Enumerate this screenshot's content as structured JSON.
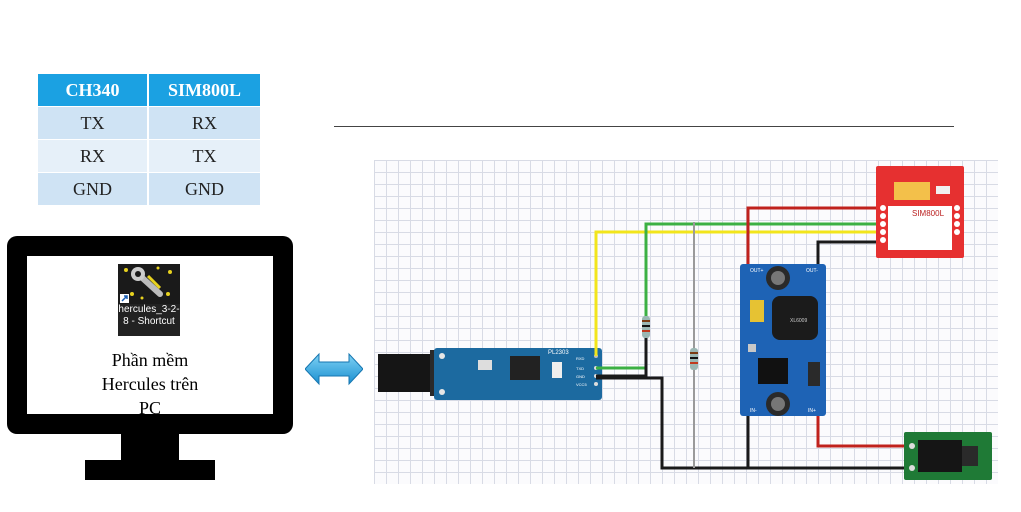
{
  "pin_table": {
    "headers": [
      "CH340",
      "SIM800L"
    ],
    "rows": [
      [
        "TX",
        "RX"
      ],
      [
        "RX",
        "TX"
      ],
      [
        "GND",
        "GND"
      ]
    ]
  },
  "pc": {
    "icon_label": "hercules_3-2-8 - Shortcut",
    "caption_lines": [
      "Phần mềm",
      "Hercules trên",
      "PC"
    ]
  },
  "modules": {
    "usb_chip": "PL2303",
    "usb_pins": [
      "RXD",
      "TXD",
      "GND",
      "VCC5"
    ],
    "buck_out_label": "OUT+",
    "buck_in_label": "IN+",
    "buck_out_minus": "OUT-",
    "buck_in_minus": "IN-",
    "buck_chip_text": "XL6009",
    "sim_label": "SIM800L"
  },
  "colors": {
    "header_blue": "#1ba1e2",
    "wire_red": "#c0221d",
    "wire_green": "#3cb043",
    "wire_yellow": "#f2e51b",
    "wire_black": "#1a1a1a",
    "board_blue": "#1e63b5",
    "sim_red": "#e63030",
    "jack_green": "#1f7a36"
  }
}
